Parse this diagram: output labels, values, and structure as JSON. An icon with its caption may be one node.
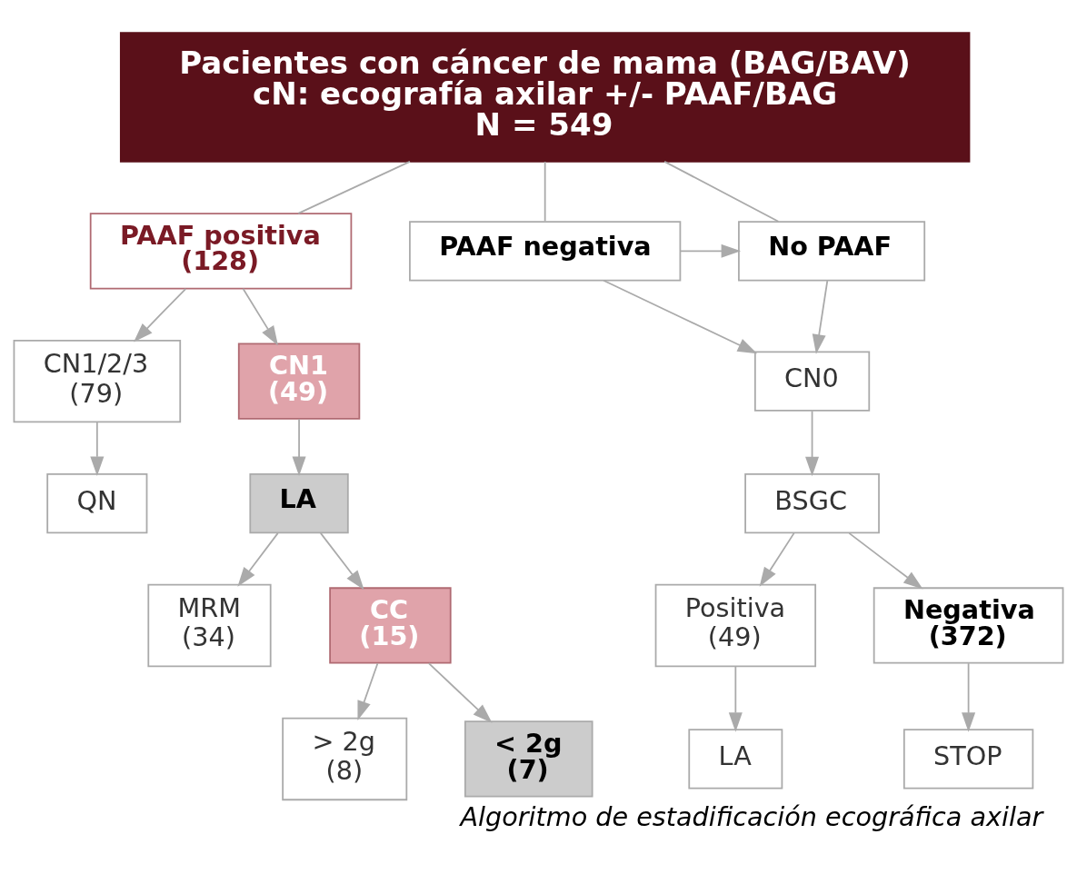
{
  "diagram": {
    "caption": "Algoritmo de estadificación ecográfica axilar",
    "nodes": [
      {
        "text": [
          "Pacientes con cáncer de mama (BAG/BAV)",
          "cN: ecografía axilar +/- PAAF/BAG",
          "N = 549"
        ]
      },
      {
        "text": [
          "PAAF positiva",
          "(128)"
        ]
      },
      {
        "text": [
          "PAAF negativa"
        ]
      },
      {
        "text": [
          "No PAAF"
        ]
      },
      {
        "text": [
          "CN1/2/3",
          "(79)"
        ]
      },
      {
        "text": [
          "CN1",
          "(49)"
        ]
      },
      {
        "text": [
          "QN"
        ]
      },
      {
        "text": [
          "LA"
        ]
      },
      {
        "text": [
          "MRM",
          "(34)"
        ]
      },
      {
        "text": [
          "CC",
          "(15)"
        ]
      },
      {
        "text": [
          "> 2g",
          "(8)"
        ]
      },
      {
        "text": [
          "< 2g",
          "(7)"
        ]
      },
      {
        "text": [
          "CN0"
        ]
      },
      {
        "text": [
          "BSGC"
        ]
      },
      {
        "text": [
          "Positiva",
          "(49)"
        ]
      },
      {
        "text": [
          "Negativa",
          "(372)"
        ]
      },
      {
        "text": [
          "LA"
        ]
      },
      {
        "text": [
          "STOP"
        ]
      }
    ],
    "edges": [
      {
        "from": 0,
        "to": 1,
        "arrow": "none"
      },
      {
        "from": 0,
        "to": 2,
        "arrow": "none"
      },
      {
        "from": 0,
        "to": 3,
        "arrow": "none"
      },
      {
        "from": 2,
        "to": 3,
        "arrow": "to"
      },
      {
        "from": 2,
        "to": 12,
        "arrow": "to"
      },
      {
        "from": 3,
        "to": 12,
        "arrow": "to"
      },
      {
        "from": 1,
        "to": 4,
        "arrow": "to"
      },
      {
        "from": 1,
        "to": 5,
        "arrow": "to"
      },
      {
        "from": 4,
        "to": 6,
        "arrow": "to"
      },
      {
        "from": 5,
        "to": 7,
        "arrow": "to"
      },
      {
        "from": 7,
        "to": 8,
        "arrow": "to"
      },
      {
        "from": 7,
        "to": 9,
        "arrow": "to"
      },
      {
        "from": 9,
        "to": 10,
        "arrow": "to"
      },
      {
        "from": 9,
        "to": 11,
        "arrow": "to"
      },
      {
        "from": 12,
        "to": 13,
        "arrow": "to"
      },
      {
        "from": 13,
        "to": 14,
        "arrow": "to"
      },
      {
        "from": 13,
        "to": 15,
        "arrow": "to"
      },
      {
        "from": 14,
        "to": 16,
        "arrow": "to"
      },
      {
        "from": 15,
        "to": 17,
        "arrow": "to"
      }
    ]
  }
}
